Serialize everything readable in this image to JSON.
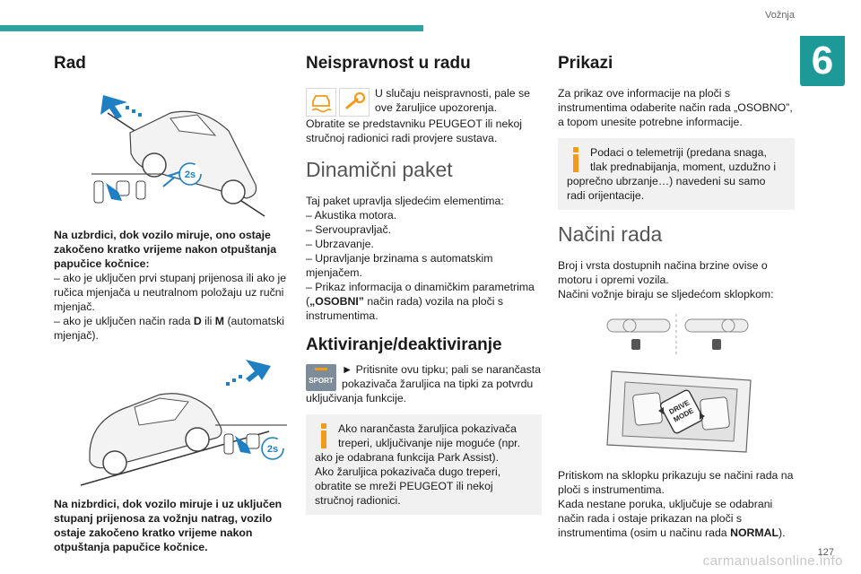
{
  "header": {
    "section": "Vožnja",
    "chapter": "6",
    "page_number": "127"
  },
  "watermark": "carmanualsonline.info",
  "col1": {
    "title": "Rad",
    "figure1_badge": "2s",
    "uphill_caption": "Na uzbrdici, dok vozilo miruje, ono ostaje zakočeno kratko vrijeme nakon otpuštanja papučice kočnice:",
    "uphill_item1": "– ako je uključen prvi stupanj prijenosa ili ako je ručica mjenjača u neutralnom položaju uz ručni mjenjač.",
    "uphill_item2_pre": "– ako je uključen način rada ",
    "uphill_item2_d": "D",
    "uphill_item2_mid": " ili ",
    "uphill_item2_m": "M",
    "uphill_item2_post": " (automatski mjenjač).",
    "figure2_badge": "2s",
    "downhill_caption": "Na nizbrdici, dok vozilo miruje i uz uključen stupanj prijenosa za vožnju natrag, vozilo ostaje zakočeno kratko vrijeme nakon otpuštanja papučice kočnice."
  },
  "col2": {
    "title": "Neispravnost u radu",
    "malfunction_text1": "U slučaju neispravnosti, pale se ove žaruljice upozorenja.",
    "malfunction_text2": "Obratite se predstavniku PEUGEOT ili nekoj stručnoj radionici radi provjere sustava.",
    "dyn_title": "Dinamični paket",
    "dyn_intro": "Taj paket upravlja sljedećim elementima:",
    "dyn_items": [
      "– Akustika motora.",
      "– Servoupravljač.",
      "– Ubrzavanje.",
      "– Upravljanje brzinama s automatskim mjenjačem."
    ],
    "dyn_item5_pre": "– Prikaz informacija o dinamičkim parametrima (",
    "dyn_item5_bold": "„OSOBNI”",
    "dyn_item5_post": " način rada) vozila na ploči s instrumentima.",
    "act_title": "Aktiviranje/deaktiviranje",
    "sport_label": "SPORT",
    "act_text": "► Pritisnite ovu tipku; pali se narančasta pokazivača žaruljica na tipki za potvrdu uključivanja funkcije.",
    "note_text1": "Ako narančasta žaruljica pokazivača treperi, uključivanje nije moguće (npr. ako je odabrana funkcija Park Assist).",
    "note_text2": "Ako žaruljica pokazivača dugo treperi, obratite se mreži PEUGEOT ili nekoj stručnoj radionici."
  },
  "col3": {
    "title": "Prikazi",
    "intro": "Za prikaz ove informacije na ploči s instrumentima odaberite način rada „OSOBNO”, a topom unesite potrebne informacije.",
    "note": "Podaci o telemetriji (predana snaga, tlak prednabijanja, moment, uzdužno i poprečno ubrzanje…) navedeni su samo radi orijentacije.",
    "modes_title": "Načini rada",
    "modes_text1": "Broj i vrsta dostupnih načina brzine ovise o motoru i opremi vozila.",
    "modes_text2": "Načini vožnje biraju se sljedećom sklopkom:",
    "drive_mode_label1": "DRIVE",
    "drive_mode_label2": "MODE",
    "outro1": "Pritiskom na sklopku prikazuju se načini rada na ploči s instrumentima.",
    "outro2": "Kada nestane poruka, uključuje se odabrani način rada i ostaje prikazan na ploči s instrumentima (osim u načinu rada ",
    "outro2_bold": "NORMAL",
    "outro2_end": ")."
  },
  "colors": {
    "teal": "#2ea3a1",
    "accent_orange": "#f49a1a",
    "warning_blue": "#0b6bab"
  }
}
